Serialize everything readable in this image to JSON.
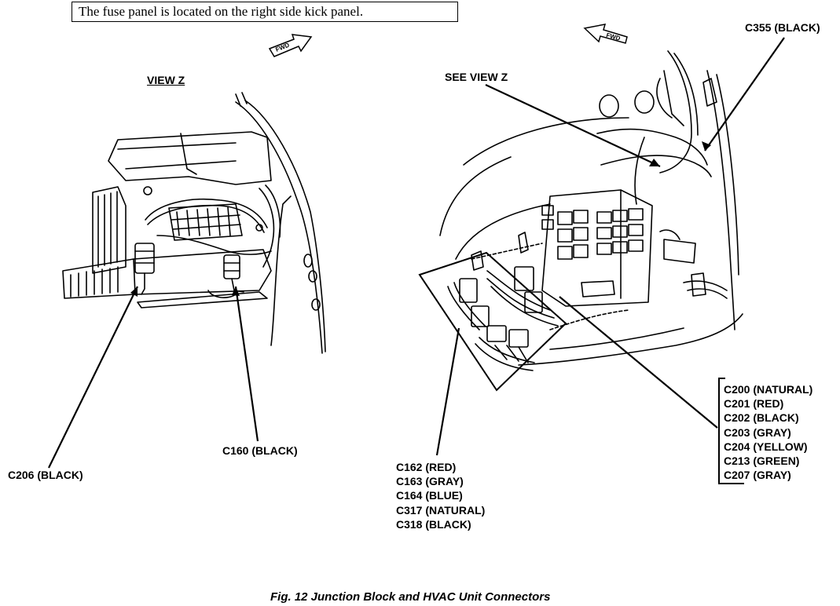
{
  "caption_box": "The fuse panel is located on the right side kick panel.",
  "fwd_left": "FWD",
  "fwd_right": "FWD",
  "labels": {
    "view_z": "VIEW Z",
    "see_view_z": "SEE VIEW Z",
    "c355": "C355 (BLACK)",
    "c160": "C160 (BLACK)",
    "c206": "C206 (BLACK)"
  },
  "connector_group_left": [
    "C162 (RED)",
    "C163 (GRAY)",
    "C164 (BLUE)",
    "C317 (NATURAL)",
    "C318 (BLACK)"
  ],
  "connector_group_right": [
    "C200 (NATURAL)",
    "C201 (RED)",
    "C202 (BLACK)",
    "C203 (GRAY)",
    "C204 (YELLOW)",
    "C213 (GREEN)",
    "C207 (GRAY)"
  ],
  "figure_caption": "Fig. 12 Junction Block and HVAC Unit Connectors"
}
